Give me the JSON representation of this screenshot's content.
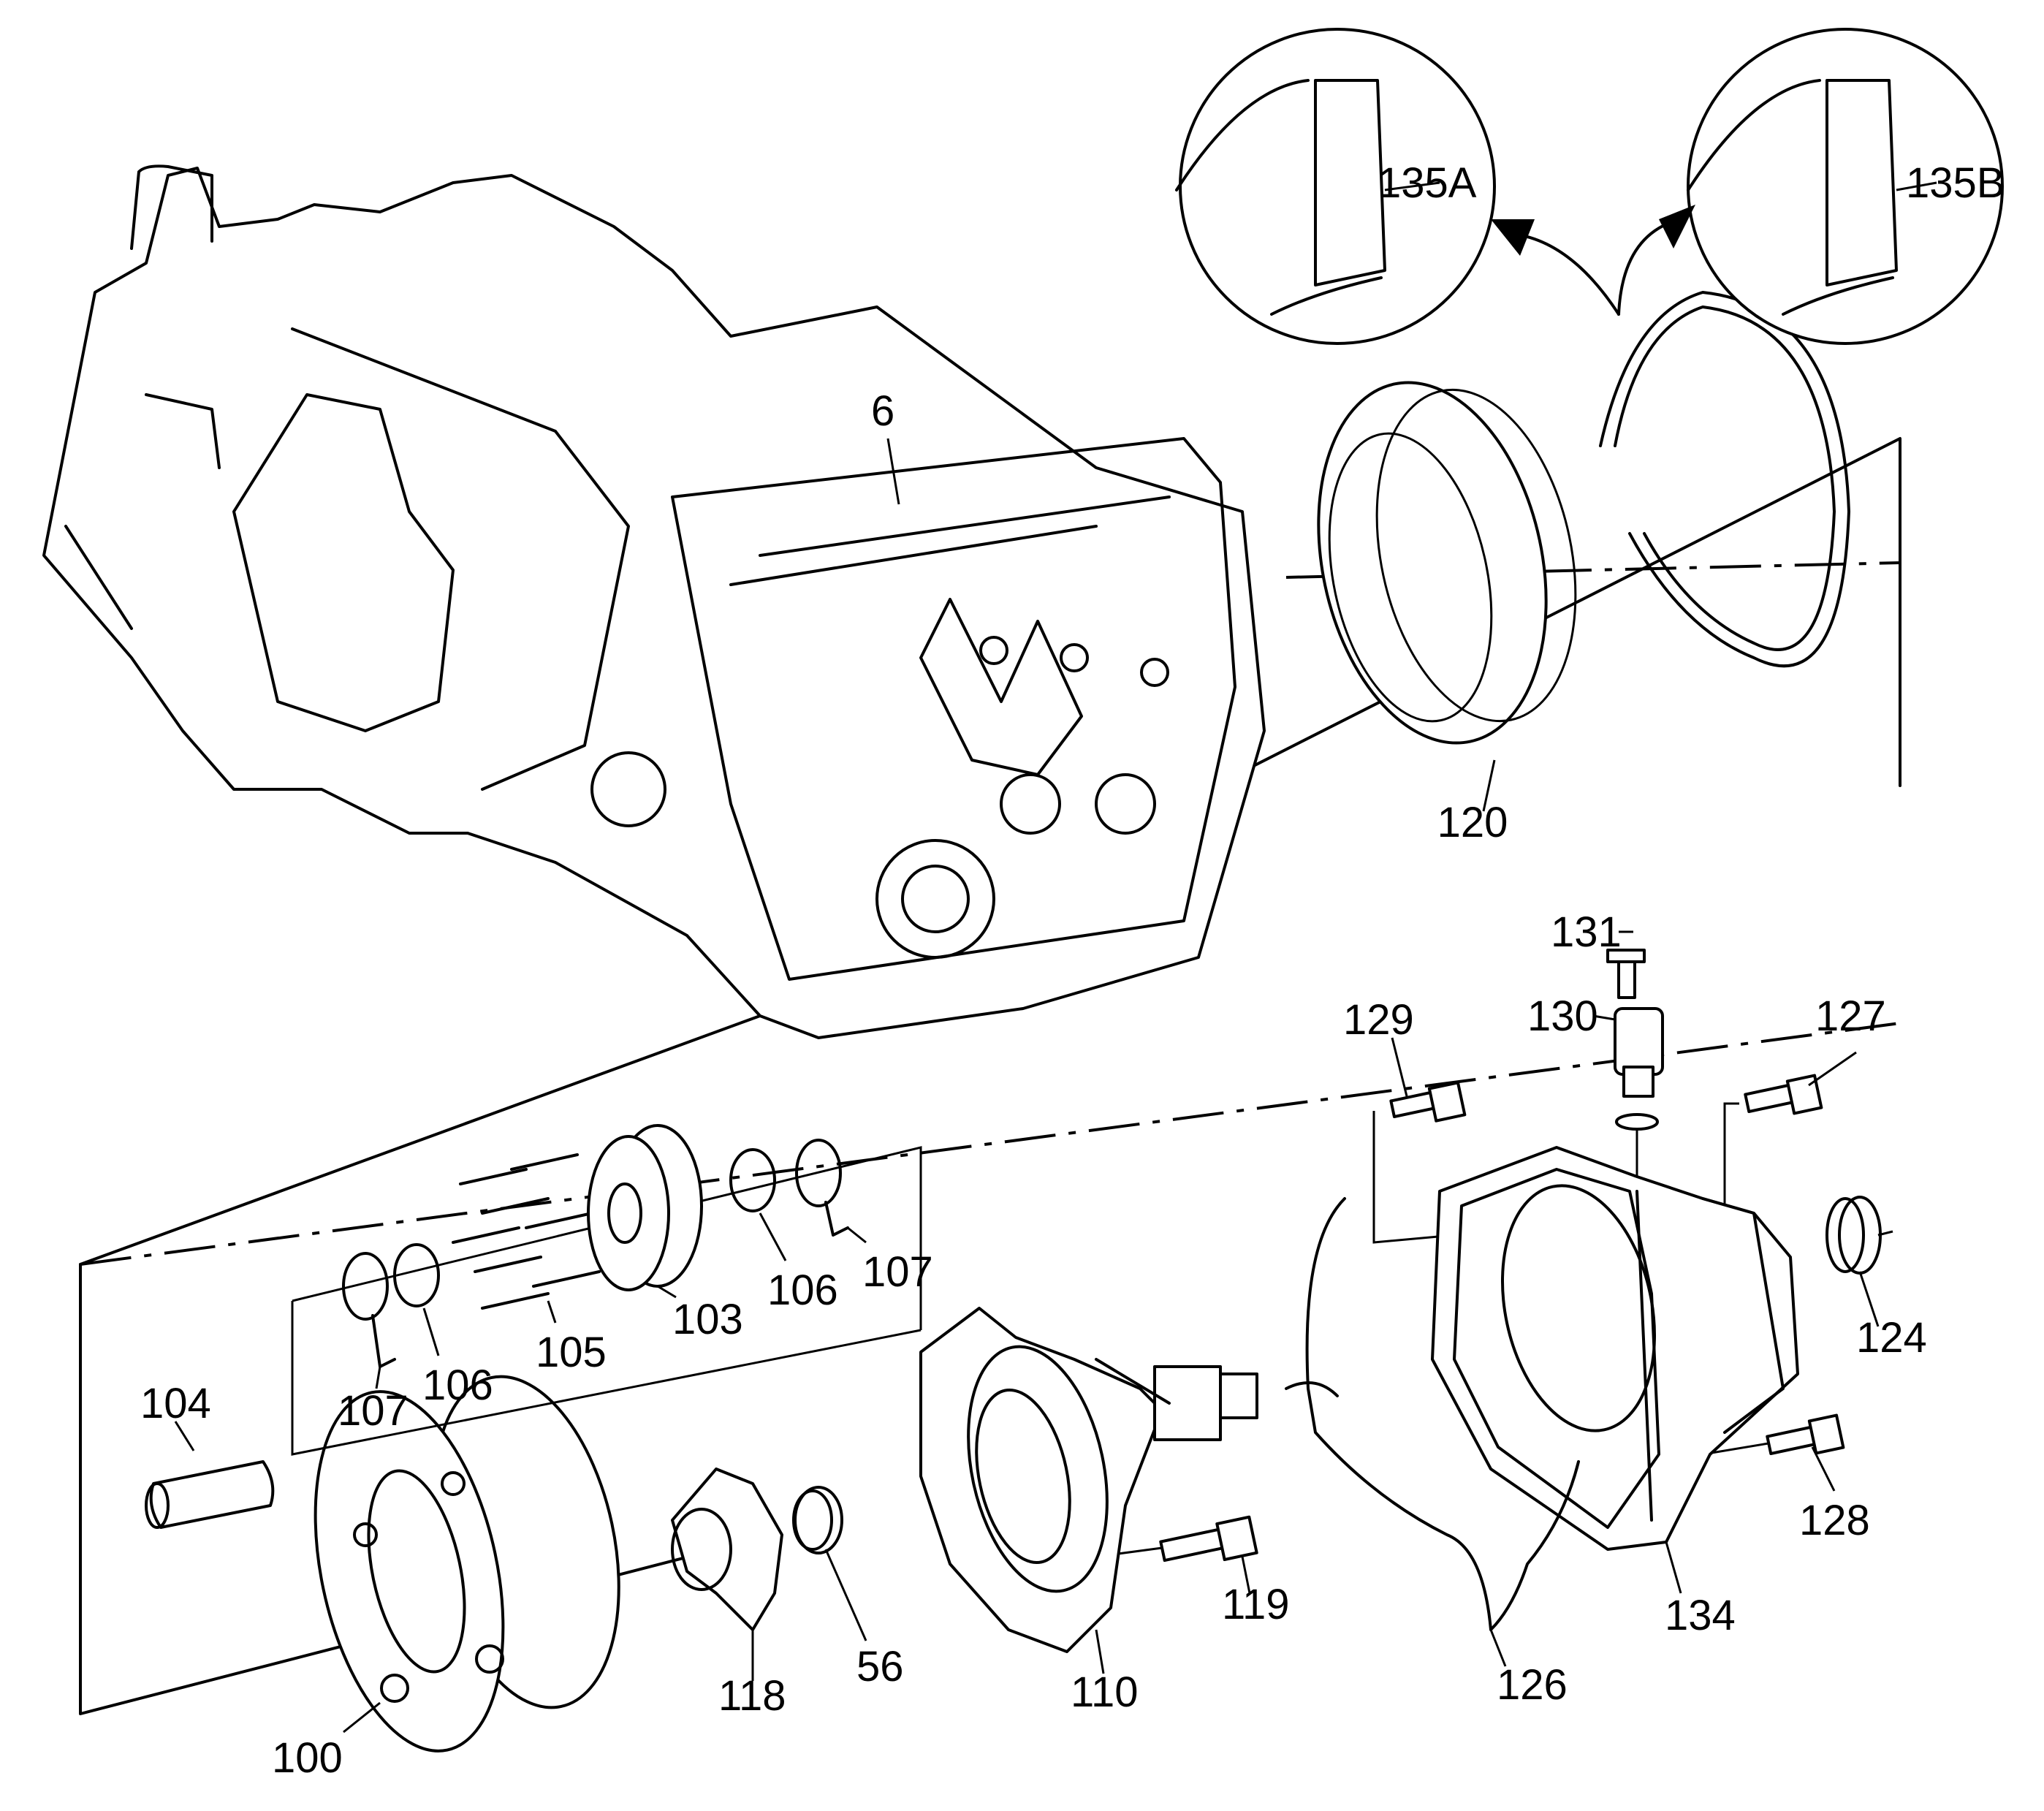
{
  "callouts": {
    "p6": "6",
    "p120": "120",
    "p135A": "135A",
    "p135B": "135B",
    "p131": "131",
    "p130": "130",
    "p129": "129",
    "p127": "127",
    "p124": "124",
    "p128": "128",
    "p134": "134",
    "p126": "126",
    "p119": "119",
    "p110": "110",
    "p56": "56",
    "p118": "118",
    "p100": "100",
    "p104": "104",
    "p107a": "107",
    "p106a": "106",
    "p105": "105",
    "p103": "103",
    "p106b": "106",
    "p107b": "107"
  },
  "colors": {
    "line": "#000000",
    "background": "#ffffff"
  }
}
